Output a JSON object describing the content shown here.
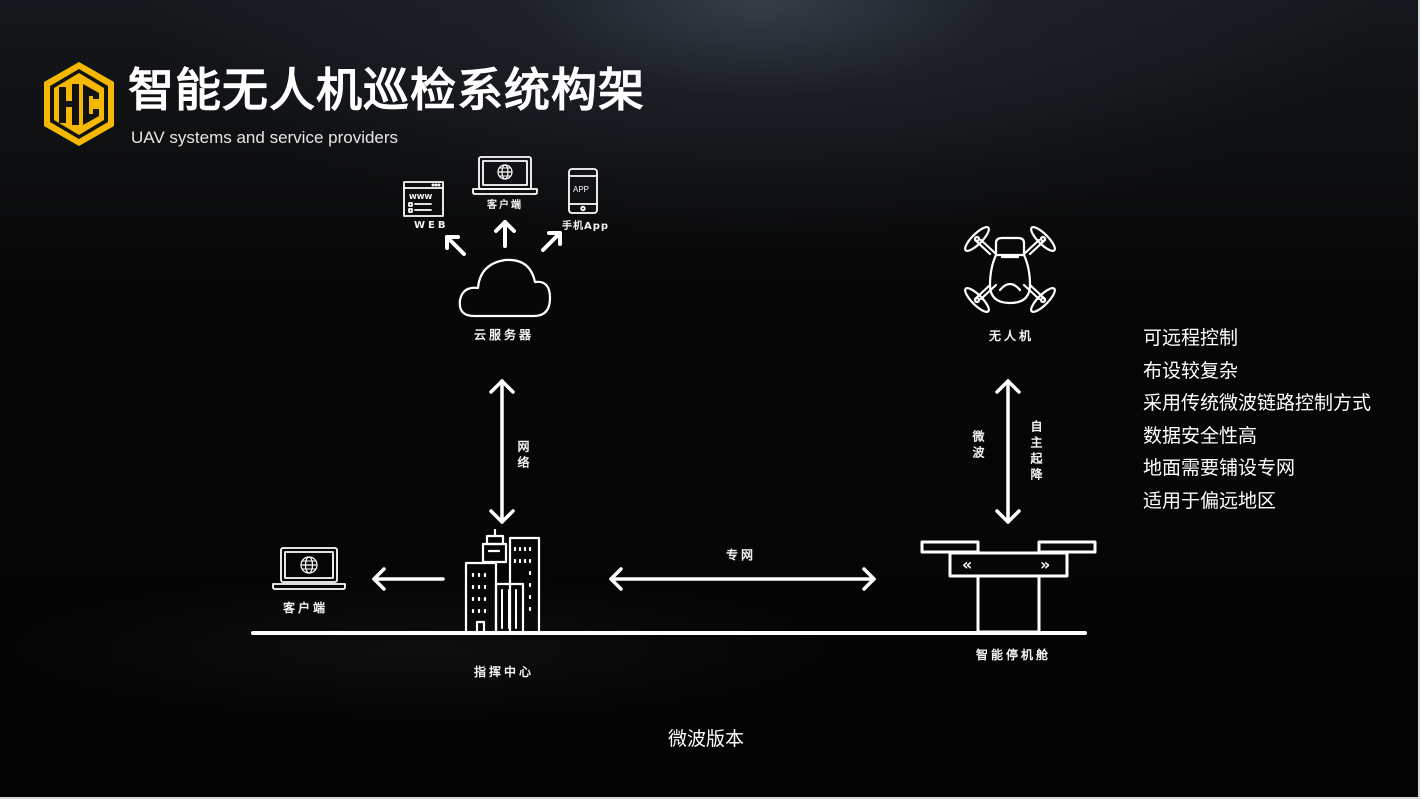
{
  "header": {
    "logo_text": "HC",
    "title": "智能无人机巡检系统构架",
    "subtitle": "UAV systems and service providers",
    "brand_color": "#F5B800"
  },
  "diagram": {
    "cloud_clients": {
      "web": {
        "icon": "web-browser-icon",
        "badge": "WWW",
        "label": "WEB"
      },
      "client": {
        "icon": "laptop-globe-icon",
        "label": "客户端"
      },
      "app": {
        "icon": "phone-app-icon",
        "badge": "APP",
        "label": "手机App"
      }
    },
    "cloud_server": {
      "icon": "cloud-icon",
      "label": "云服务器"
    },
    "network_link": {
      "icon": "double-arrow-vertical-icon",
      "label": "网络"
    },
    "command_center": {
      "icon": "buildings-icon",
      "label": "指挥中心"
    },
    "local_client": {
      "icon": "laptop-globe-icon",
      "label": "客户端"
    },
    "private_network": {
      "icon": "double-arrow-horizontal-icon",
      "label": "专网"
    },
    "drone": {
      "icon": "drone-icon",
      "label": "无人机"
    },
    "drone_link": {
      "icon": "double-arrow-vertical-icon",
      "left_label": "微波",
      "right_label": "自主起降"
    },
    "hangar": {
      "icon": "hangar-icon",
      "label": "智能停机舱",
      "door_left": "«",
      "door_right": "»"
    }
  },
  "features": [
    "可远程控制",
    "布设较复杂",
    "采用传统微波链路控制方式",
    "数据安全性高",
    "地面需要铺设专网",
    "适用于偏远地区"
  ],
  "caption": "微波版本"
}
